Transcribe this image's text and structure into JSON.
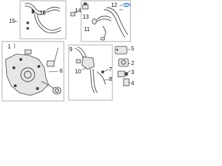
{
  "callouts": [
    {
      "id": "c1",
      "text": "1"
    },
    {
      "id": "c2",
      "text": "2"
    },
    {
      "id": "c3",
      "text": "3"
    },
    {
      "id": "c4",
      "text": "4"
    },
    {
      "id": "c5",
      "text": "5"
    },
    {
      "id": "c6",
      "text": "6"
    },
    {
      "id": "c7",
      "text": "7"
    },
    {
      "id": "c8",
      "text": "8"
    },
    {
      "id": "c9",
      "text": "9"
    },
    {
      "id": "c10",
      "text": "10"
    },
    {
      "id": "c11",
      "text": "11"
    },
    {
      "id": "c12",
      "text": "12"
    },
    {
      "id": "c13",
      "text": "13"
    },
    {
      "id": "c14",
      "text": "14"
    },
    {
      "id": "c15",
      "text": "15"
    },
    {
      "id": "c16",
      "text": "16"
    }
  ],
  "colors": {
    "highlight": "#1f6fd6",
    "frame": "#9a9a9a",
    "line": "#3c3c3c"
  }
}
